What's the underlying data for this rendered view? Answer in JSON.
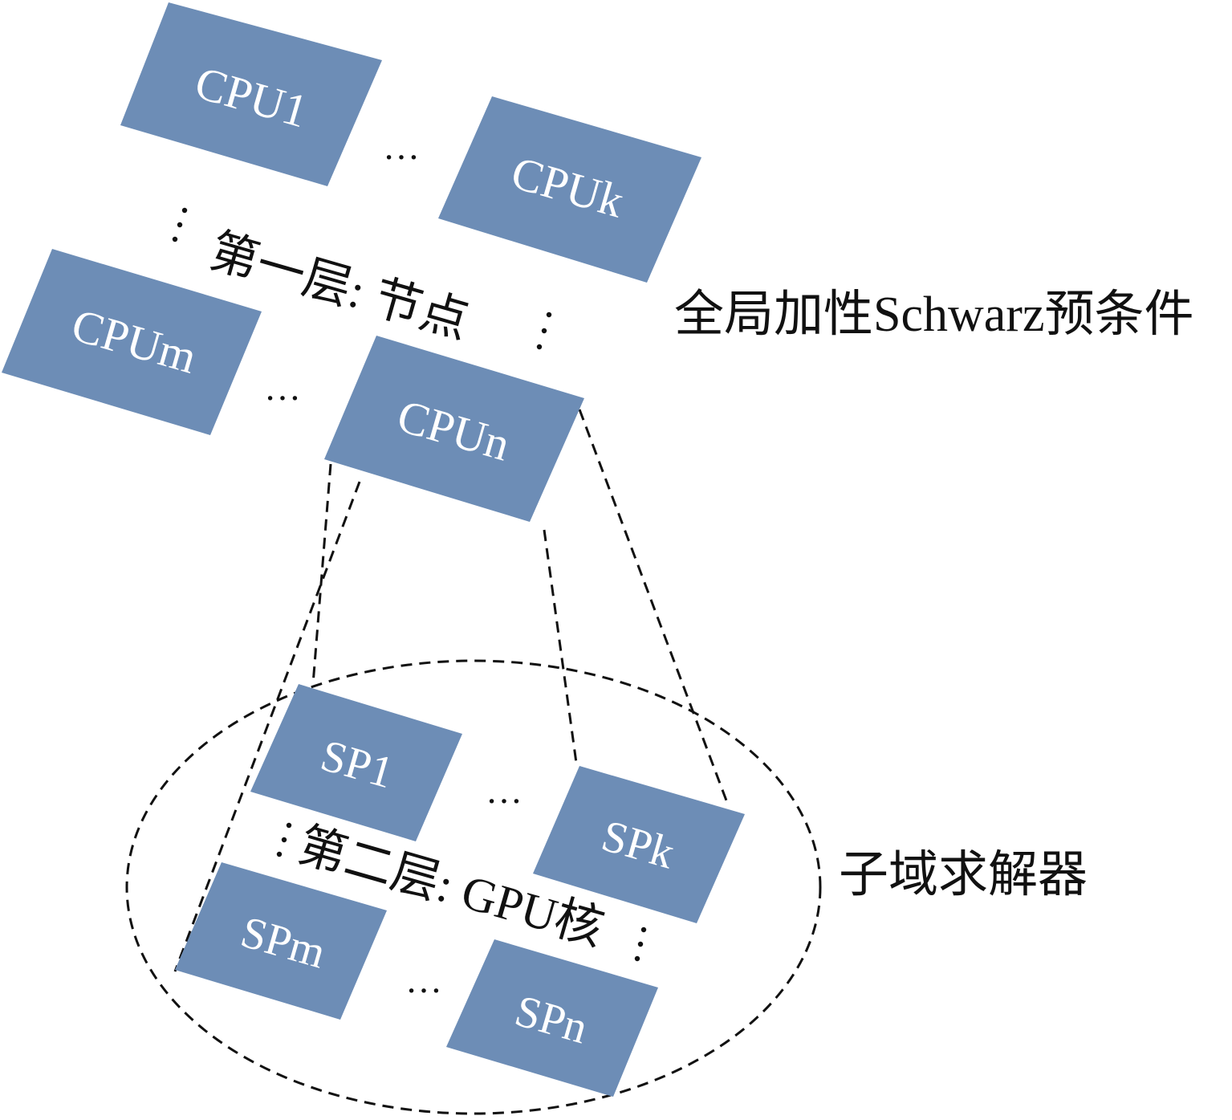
{
  "title": "全局加性Schwarz预条件",
  "layer1": {
    "caption": "第一层: 节点",
    "nodes": [
      "CPU1",
      "CPUk",
      "CPUm",
      "CPUn"
    ],
    "ellipsis": "…"
  },
  "layer2": {
    "caption": "第二层: GPU核",
    "cores": [
      "SP1",
      "SPk",
      "SPm",
      "SPn"
    ],
    "ellipsis": "…",
    "label": "子域求解器"
  },
  "colors": {
    "box": "#6d8db6",
    "box_text": "#ffffff",
    "line": "#111111"
  }
}
